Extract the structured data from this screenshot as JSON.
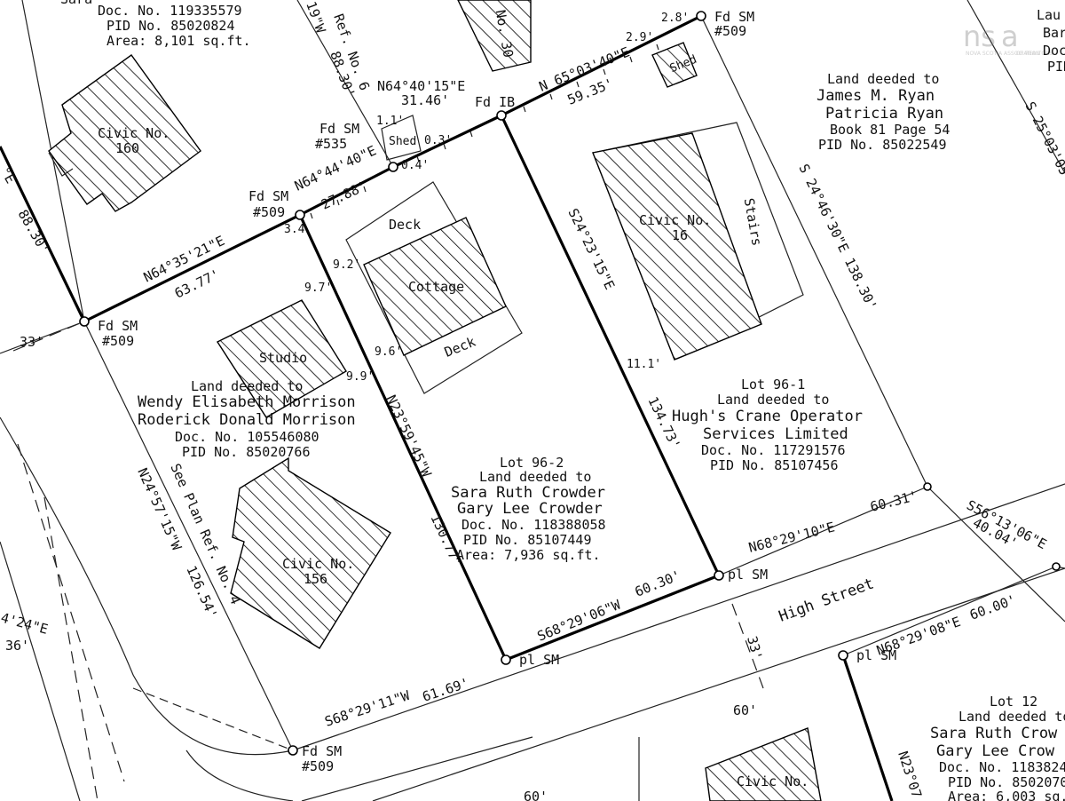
{
  "watermark": {
    "text": "ns",
    "association": "NOVA SCOTIA ASSOCIATION",
    "realtors": "OF REALTORS"
  },
  "lots": {
    "top_left": {
      "doc": "Doc. No. 119335579",
      "pid": "PID No. 85020824",
      "area": "Area: 8,101 sq.ft.",
      "cut": "Sara"
    },
    "ryan": {
      "title": "Land deeded to",
      "owner1": "James M. Ryan",
      "owner2": "Patricia Ryan",
      "book": "Book 81 Page 54",
      "pid": "PID No. 85022549"
    },
    "morrison": {
      "title": "Land deeded to",
      "owner1": "Wendy Elisabeth Morrison",
      "owner2": "Roderick Donald Morrison",
      "doc": "Doc. No. 105546080",
      "pid": "PID No. 85020766"
    },
    "lot96_2": {
      "lot": "Lot 96-2",
      "title": "Land deeded to",
      "owner1": "Sara Ruth Crowder",
      "owner2": "Gary Lee Crowder",
      "doc": "Doc. No. 118388058",
      "pid": "PID No. 85107449",
      "area": "Area: 7,936 sq.ft."
    },
    "lot96_1": {
      "lot": "Lot 96-1",
      "title": "Land deeded to",
      "owner1": "Hugh's Crane Operator",
      "owner2": "Services Limited",
      "doc": "Doc. No. 117291576",
      "pid": "PID No. 85107456"
    },
    "lot12": {
      "lot": "Lot 12",
      "title": "Land deeded to",
      "owner1": "Sara Ruth Crow",
      "owner2": "Gary Lee Crow",
      "doc": "Doc. No. 1183824",
      "pid": "PID No. 8502070",
      "area": "Area: 6,003 sq.f"
    },
    "top_right_cut": {
      "a": "Lau",
      "b": "Bar",
      "c": "Doc",
      "d": "PID"
    }
  },
  "buildings": {
    "civic160": {
      "a": "Civic No.",
      "b": "160"
    },
    "civic16": {
      "a": "Civic No.",
      "b": "16"
    },
    "civic156": {
      "a": "Civic No.",
      "b": "156"
    },
    "civic_bottom": "Civic No.",
    "cottage": "Cottage",
    "deck_top": "Deck",
    "deck_bottom": "Deck",
    "studio": "Studio",
    "stairs": "Stairs",
    "shed_left": "Shed",
    "shed_right": "Shed",
    "no30": "No. 30"
  },
  "bearings": {
    "b1": "N64°35'21\"E",
    "b2": "N64°44'40\"E",
    "b3": "N64°40'15\"E",
    "b4": "N 65°03'40\"E",
    "b5": "S24°23'15\"E",
    "b6": "S 24°46'30\"E 138.30'",
    "b7": "N23°59'45\"W",
    "b8": "N24°57'15\"W",
    "b9": "S68°29'06\"W",
    "b10": "S68°29'11\"W",
    "b11": "N68°29'10\"E",
    "b12": "N68°29'08\"E",
    "b13": "S56°13'06\"E",
    "b14": "S 25°03'05\"E",
    "b15": "N23°07",
    "b16": "19\"W",
    "b17": "4'24\"E",
    "b18": "°E"
  },
  "distances": {
    "d1": "63.77'",
    "d2": "27.88'",
    "d3": "31.46'",
    "d4": "59.35'",
    "d5": "134.73'",
    "d6": "130.77'",
    "d7": "126.54'",
    "d8": "60.30'",
    "d9": "61.69'",
    "d10": "60.31'",
    "d11": "60.00'",
    "d12": "40.04'",
    "d13": "88.30'",
    "d14": "88.30'",
    "d15": "33'",
    "d16": "33'",
    "d17": "60'",
    "d18": "60'",
    "d19": "36'",
    "o1": "9.2'",
    "o2": "9.7'",
    "o3": "9.6'",
    "o4": "9.9'",
    "o5": "11.1'",
    "o6": "3.4",
    "o7": "0.4'",
    "o8": "0.3'",
    "o9": "1.1'",
    "o10": "2.8'",
    "o11": "2.9'"
  },
  "monuments": {
    "m1": "Fd SM",
    "m1n": "#509",
    "m2": "Fd SM",
    "m2n": "#509",
    "m3": "Fd SM",
    "m3n": "#535",
    "m4": "Fd IB",
    "m5": "Fd SM",
    "m5n": "#509",
    "m6": "Fd SM",
    "m6n": "#509",
    "m7": "pl SM",
    "m8": "pl SM",
    "m9": "pl SM"
  },
  "streets": {
    "high": "High Street"
  },
  "plan_refs": {
    "r4": "See Plan Ref. No. 4",
    "r6": "Ref. No. 6"
  }
}
